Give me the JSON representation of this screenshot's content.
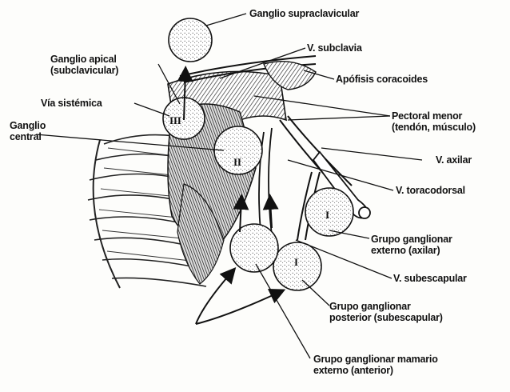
{
  "labels": {
    "ganglio_supraclavicular": "Ganglio supraclavicular",
    "ganglio_apical_1": "Ganglio apical",
    "ganglio_apical_2": "(subclavicular)",
    "v_subclavia": "V. subclavia",
    "apofisis_coracoides": "Apófisis coracoides",
    "via_sistemica": "Vía sistémica",
    "ganglio_central_1": "Ganglio",
    "ganglio_central_2": "central",
    "pectoral_menor_1": "Pectoral menor",
    "pectoral_menor_2": "(tendón, músculo)",
    "v_axilar": "V. axilar",
    "v_toracodorsal": "V. toracodorsal",
    "grupo_externo_1": "Grupo ganglionar",
    "grupo_externo_2": "externo (axilar)",
    "v_subescapular": "V. subescapular",
    "grupo_posterior_1": "Grupo ganglionar",
    "grupo_posterior_2": "posterior (subescapular)",
    "grupo_mamario_1": "Grupo ganglionar mamario",
    "grupo_mamario_2": "externo (anterior)"
  },
  "node_numerals": {
    "apical": "III",
    "central": "II",
    "externo": "I",
    "posterior": "I"
  },
  "colors": {
    "ink": "#111111",
    "paper": "#fdfdfb"
  }
}
